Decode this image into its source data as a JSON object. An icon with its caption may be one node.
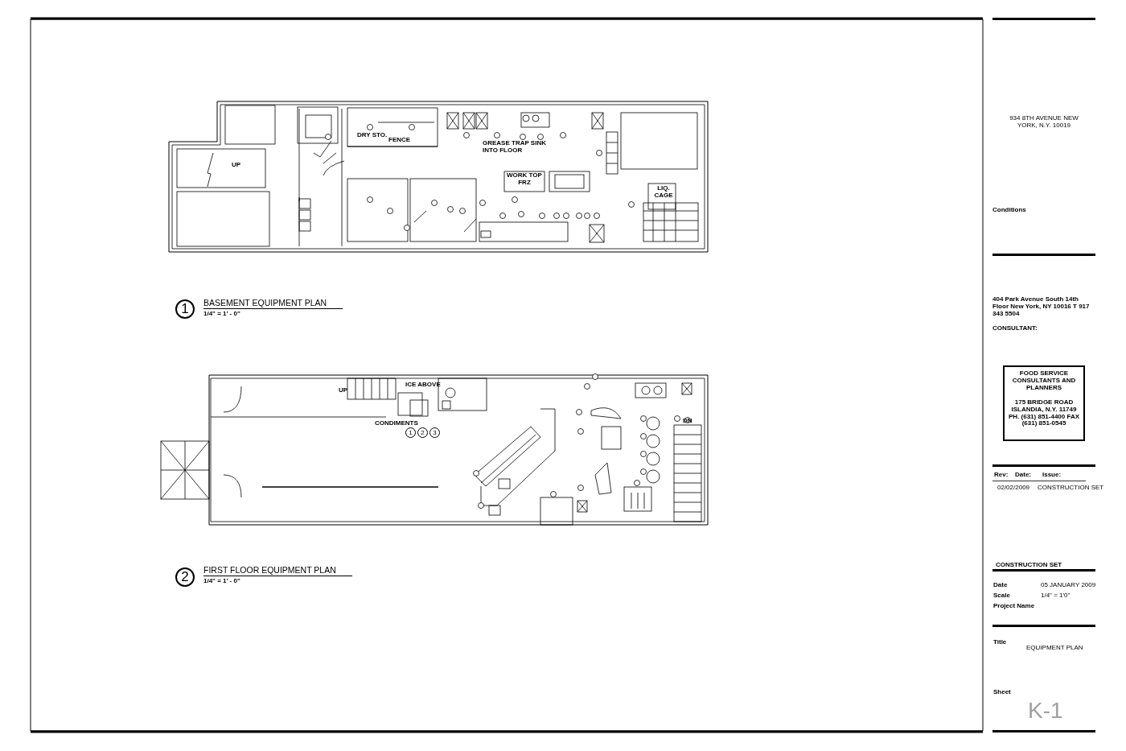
{
  "diagram": {
    "labels": [
      "DRY STO.",
      "FENCE",
      "GREASE TRAP SINK INTO FLOOR",
      "UP",
      "WORK TOP FRZ",
      "LIQ. CAGE",
      "1",
      "BASEMENT EQUIPMENT PLAN",
      "1/4\" = 1' - 0\"",
      "ICE ABOVE",
      "UP",
      "CONDIMENTS",
      "1",
      "2",
      "3",
      "DN",
      "2",
      "FIRST FLOOR EQUIPMENT PLAN",
      "1/4\" = 1' - 0\"",
      "934 8TH AVENUE NEW YORK, N.Y. 10019",
      "Conditions",
      "404 Park Avenue South 14th Floor New York, NY 10016 T 917 343 5504",
      "CONSULTANT:",
      "FOOD SERVICE CONSULTANTS AND PLANNERS",
      "175 BRIDGE ROAD ISLANDIA, N.Y. 11749 PH. (631) 851-4400 FAX (631) 851-0545",
      "Rev:",
      "Date:",
      "Issue:",
      "02/02/2009",
      "CONSTRUCTION SET",
      "CONSTRUCTION SET",
      "Date",
      "05 JANUARY 2009",
      "Scale",
      "1/4\" = 1'0\"",
      "Project Name",
      "Title",
      "EQUIPMENT PLAN",
      "Sheet",
      "K-1"
    ]
  }
}
